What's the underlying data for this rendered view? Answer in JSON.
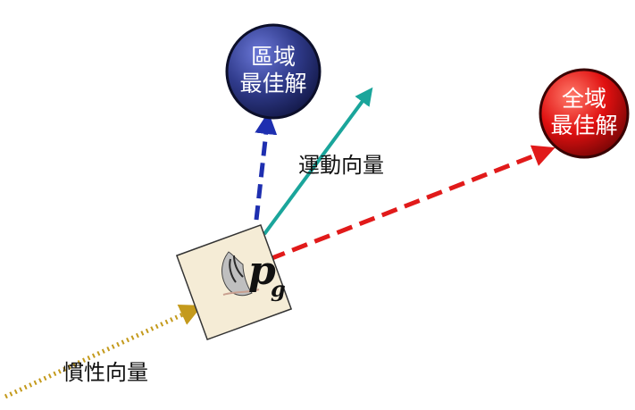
{
  "local_best": {
    "line1": "區域",
    "line2": "最佳解",
    "fill": "#2f3a8a"
  },
  "global_best": {
    "line1": "全域",
    "line2": "最佳解",
    "fill": "#e01010"
  },
  "motion_vector_label": "運動向量",
  "inertia_vector_label": "慣性向量",
  "particle": {
    "symbol": "p",
    "subscript": "g",
    "card_fill": "#f5ecd6"
  },
  "colors": {
    "motion_vector": "#1aa59b",
    "local_best_vector": "#1e2fb0",
    "global_best_vector": "#e11a1a",
    "inertia_vector": "#c49a1c"
  },
  "icons": {
    "particle": "bird-icon"
  }
}
